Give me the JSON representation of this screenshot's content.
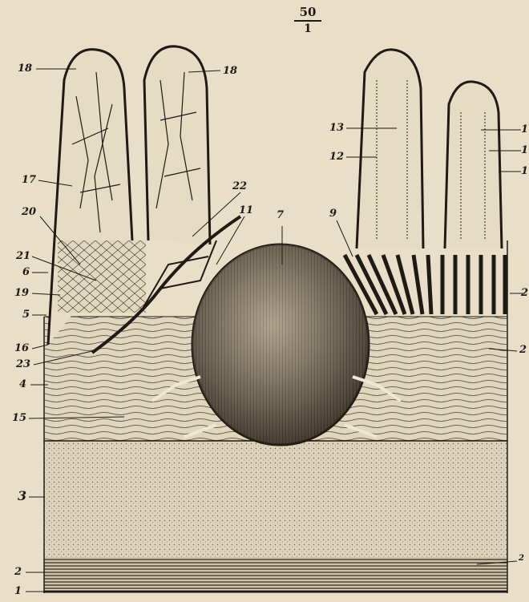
{
  "scale": {
    "numerator": "50",
    "denominator": "1"
  },
  "labels": {
    "l18a": "18",
    "l18b": "18",
    "l17": "17",
    "l20": "20",
    "l21": "21",
    "l6": "6",
    "l19": "19",
    "l5": "5",
    "l16": "16",
    "l23": "23",
    "l4": "4",
    "l15": "15",
    "l3": "3",
    "l2": "2",
    "l1": "1",
    "l22": "22",
    "l11": "11",
    "l7": "7",
    "l9": "9",
    "l13": "13",
    "l12": "12",
    "r1a": "1",
    "r1b": "1",
    "r1c": "1",
    "r2a": "2",
    "r2b": "2",
    "r2c": "2"
  },
  "colors": {
    "paper": "#e9dfc8",
    "ink": "#1f1a14",
    "tissue": "#d9ccb0"
  }
}
